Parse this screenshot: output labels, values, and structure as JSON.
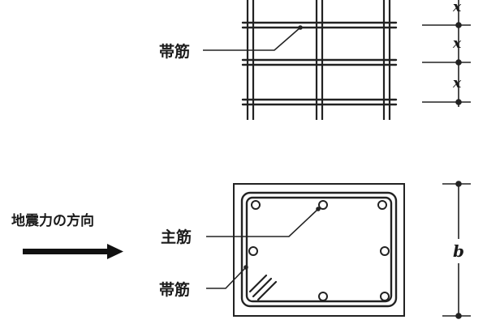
{
  "elevation": {
    "hoop_label": "帯筋",
    "spacing_labels": [
      "x",
      "x",
      "x"
    ]
  },
  "section": {
    "force_direction_label": "地震力の方向",
    "main_bar_label": "主筋",
    "hoop_label": "帯筋",
    "depth_label": "b"
  }
}
